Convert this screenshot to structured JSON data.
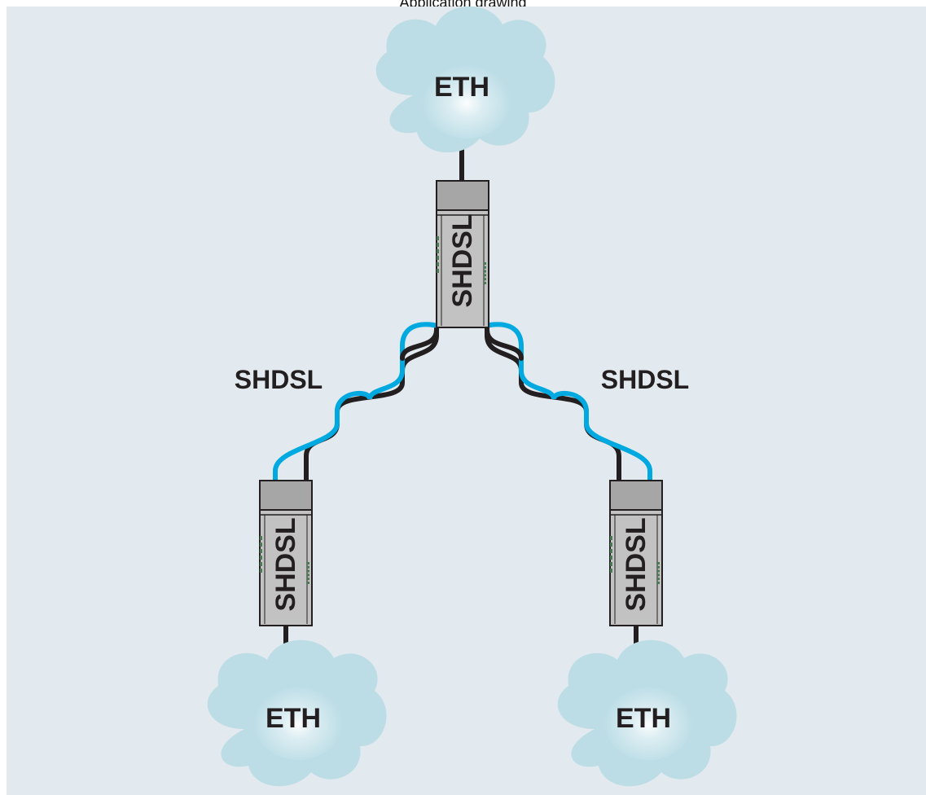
{
  "caption": "Application drawing",
  "colors": {
    "background": "#e3eaef",
    "cloud": "#bcdde6",
    "cloud_highlight": "#ffffff",
    "cable_dark": "#231f20",
    "cable_light": "#00a9e0",
    "device_body": "#c2c2c2",
    "device_top": "#a6a6a6",
    "text": "#231f20"
  },
  "networks": {
    "top": "ETH",
    "bottom_left": "ETH",
    "bottom_right": "ETH"
  },
  "devices": {
    "top": "SHDSL",
    "bottom_left": "SHDSL",
    "bottom_right": "SHDSL"
  },
  "links": {
    "left": "SHDSL",
    "right": "SHDSL"
  }
}
